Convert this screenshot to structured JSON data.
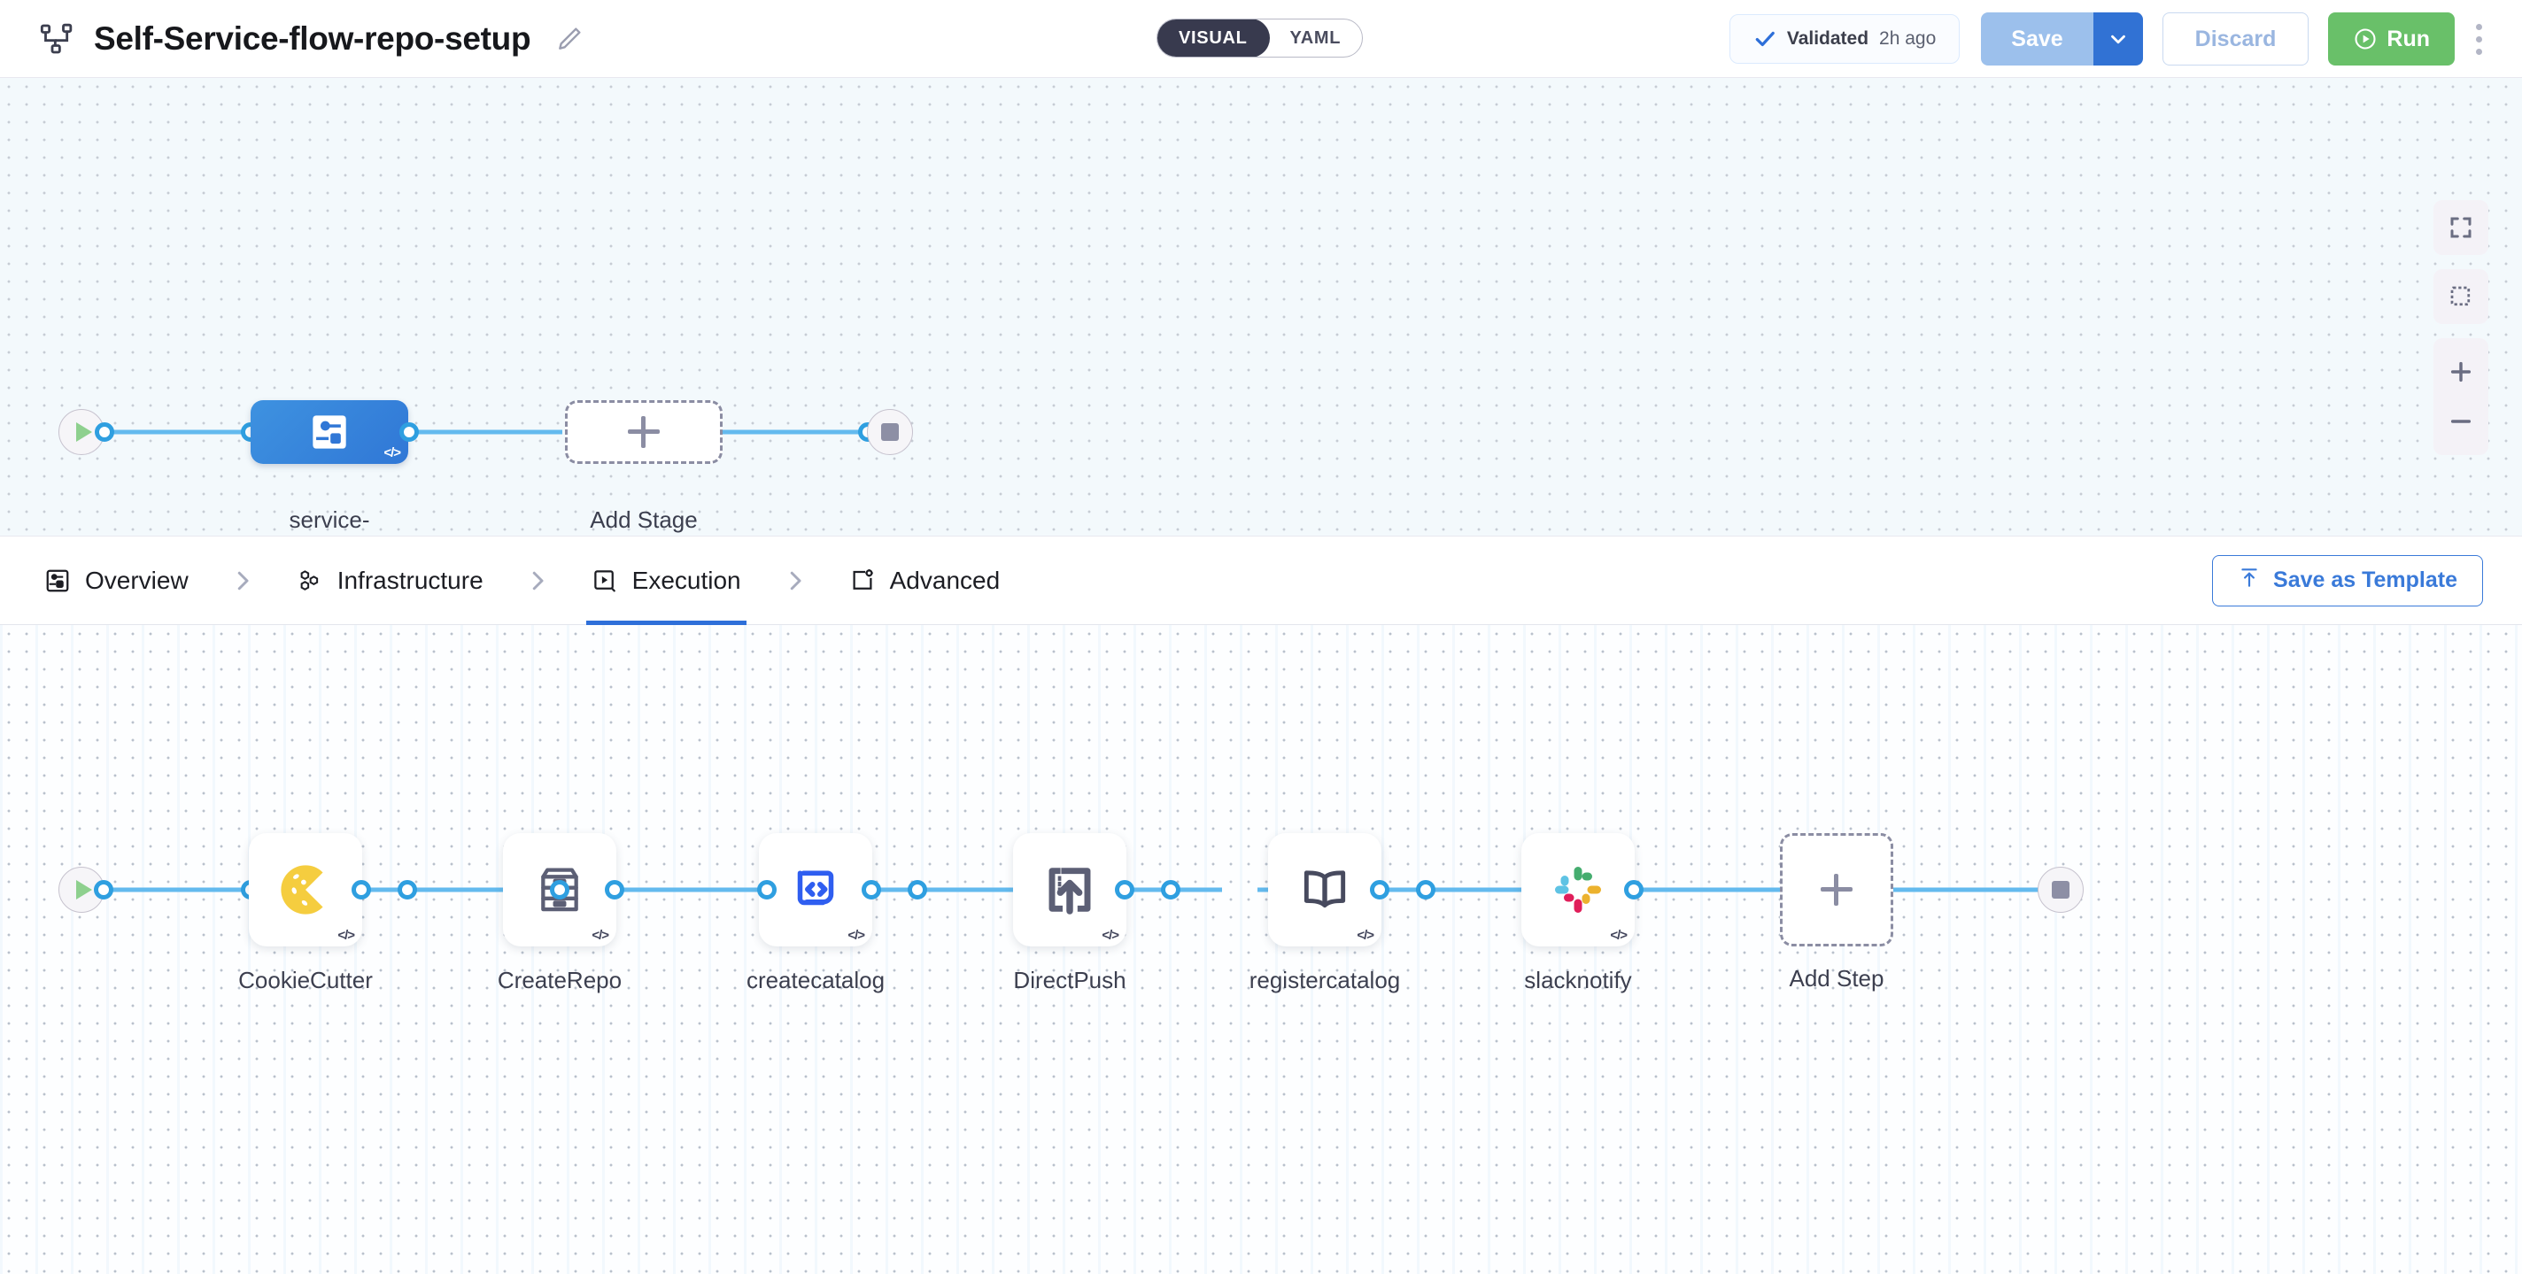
{
  "header": {
    "pipeline_icon": "pipeline-nodes-icon",
    "title": "Self-Service-flow-repo-setup",
    "edit_icon": "pencil-icon",
    "mode_toggle": {
      "options": [
        "VISUAL",
        "YAML"
      ],
      "selected": "VISUAL"
    },
    "validated": {
      "icon": "check-icon",
      "label": "Validated",
      "time": "2h ago"
    },
    "save_label": "Save",
    "save_caret_icon": "chevron-down-icon",
    "discard_label": "Discard",
    "run_label": "Run",
    "run_icon": "play-circle-icon",
    "menu_icon": "kebab-menu-icon"
  },
  "stage_canvas": {
    "start_node": {
      "icon": "play-icon",
      "name": "start"
    },
    "end_node": {
      "icon": "stop-icon",
      "name": "end"
    },
    "stages": [
      {
        "label": "service-\nonboarding",
        "icon": "stage-flow-icon",
        "code_badge": "</>",
        "selected": true
      }
    ],
    "add_stage_label": "Add Stage",
    "add_stage_icon": "plus-icon",
    "controls": [
      {
        "name": "fit-screen-icon"
      },
      {
        "name": "select-area-icon"
      },
      {
        "name": "zoom-in-icon"
      },
      {
        "name": "zoom-out-icon"
      }
    ]
  },
  "tabs": {
    "items": [
      {
        "label": "Overview",
        "icon": "overview-icon",
        "active": false
      },
      {
        "label": "Infrastructure",
        "icon": "infrastructure-icon",
        "active": false
      },
      {
        "label": "Execution",
        "icon": "execution-icon",
        "active": true
      },
      {
        "label": "Advanced",
        "icon": "advanced-icon",
        "active": false
      }
    ],
    "separator_icon": "chevron-right-icon",
    "save_as_template_label": "Save as Template",
    "save_as_template_icon": "upload-template-icon"
  },
  "step_canvas": {
    "start_node": {
      "icon": "play-icon",
      "name": "start"
    },
    "end_node": {
      "icon": "stop-icon",
      "name": "end"
    },
    "steps": [
      {
        "label": "CookieCutter",
        "icon": "cookiecutter-icon",
        "code_badge": "</>"
      },
      {
        "label": "CreateRepo",
        "icon": "archive-drawer-icon",
        "code_badge": "</>"
      },
      {
        "label": "createcatalog",
        "icon": "code-screen-icon",
        "code_badge": "</>"
      },
      {
        "label": "DirectPush",
        "icon": "push-upload-icon",
        "code_badge": "</>"
      },
      {
        "label": "registercatalog",
        "icon": "open-book-icon",
        "code_badge": "</>"
      },
      {
        "label": "slacknotify",
        "icon": "slack-icon",
        "code_badge": "</>"
      }
    ],
    "add_step_label": "Add Step",
    "add_step_icon": "plus-icon"
  },
  "colors": {
    "accent_blue": "#2e6fd9",
    "wire_blue": "#63baee",
    "stage_blue": "#3077d6",
    "run_green": "#69c069",
    "save_blue": "#9cc0ec",
    "toggle_dark": "#383a4e"
  }
}
